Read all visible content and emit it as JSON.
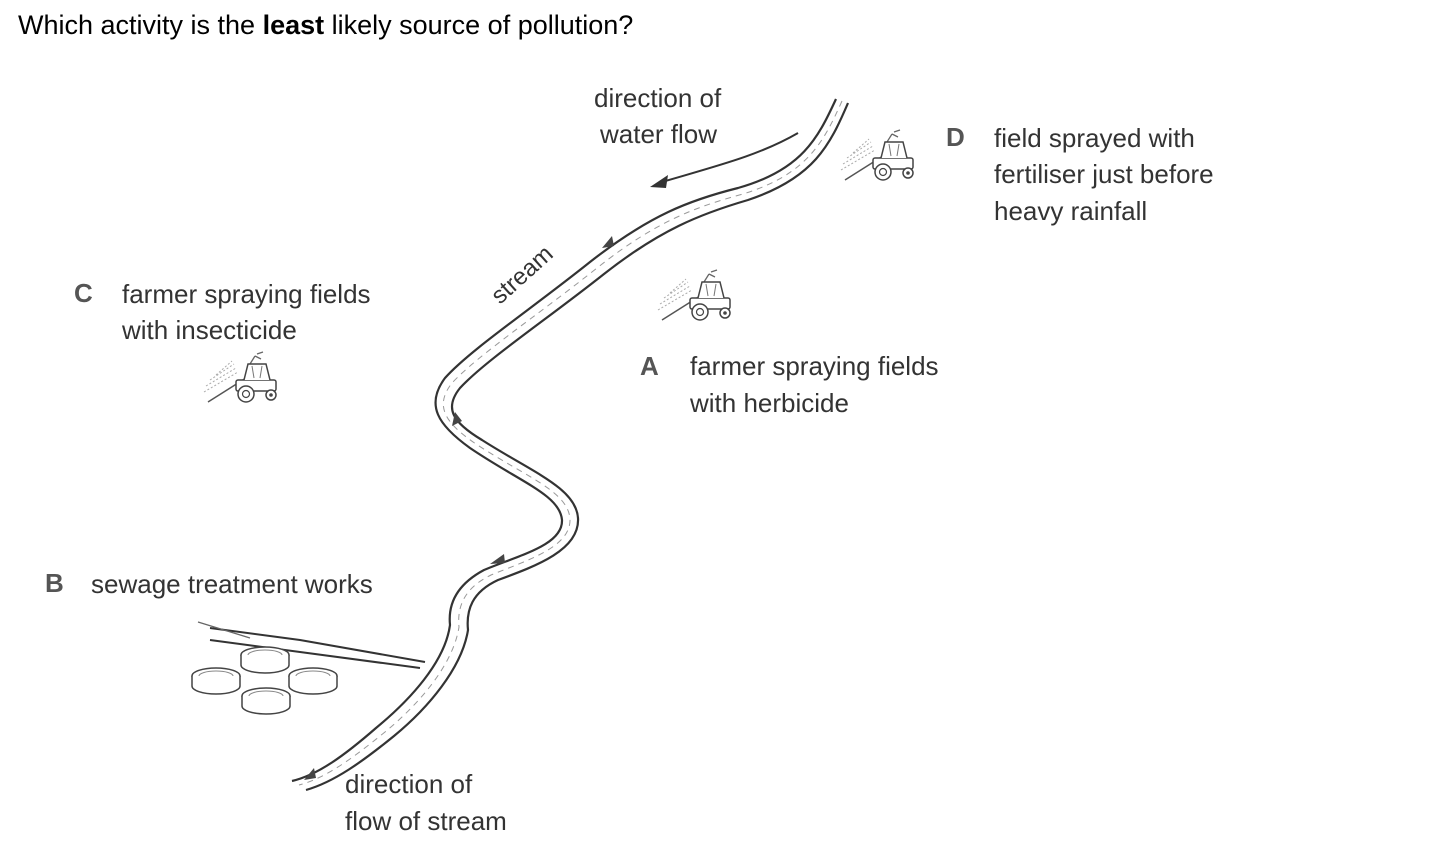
{
  "question": {
    "before": "Which activity is the ",
    "emphasis": "least",
    "after": " likely source of pollution?"
  },
  "labels": {
    "water_flow": [
      "direction of",
      "water flow"
    ],
    "stream": "stream",
    "stream_flow": [
      "direction of",
      "flow of stream"
    ]
  },
  "options": {
    "A": {
      "letter": "A",
      "lines": [
        "farmer spraying fields",
        "with herbicide"
      ]
    },
    "B": {
      "letter": "B",
      "lines": [
        "sewage treatment works"
      ]
    },
    "C": {
      "letter": "C",
      "lines": [
        "farmer spraying fields",
        "with insecticide"
      ]
    },
    "D": {
      "letter": "D",
      "lines": [
        "field sprayed with",
        "fertiliser just before",
        "heavy rainfall"
      ]
    }
  },
  "icons": {
    "tractor": "tractor-sprayer-icon",
    "tanks": "sewage-tank-icon"
  }
}
